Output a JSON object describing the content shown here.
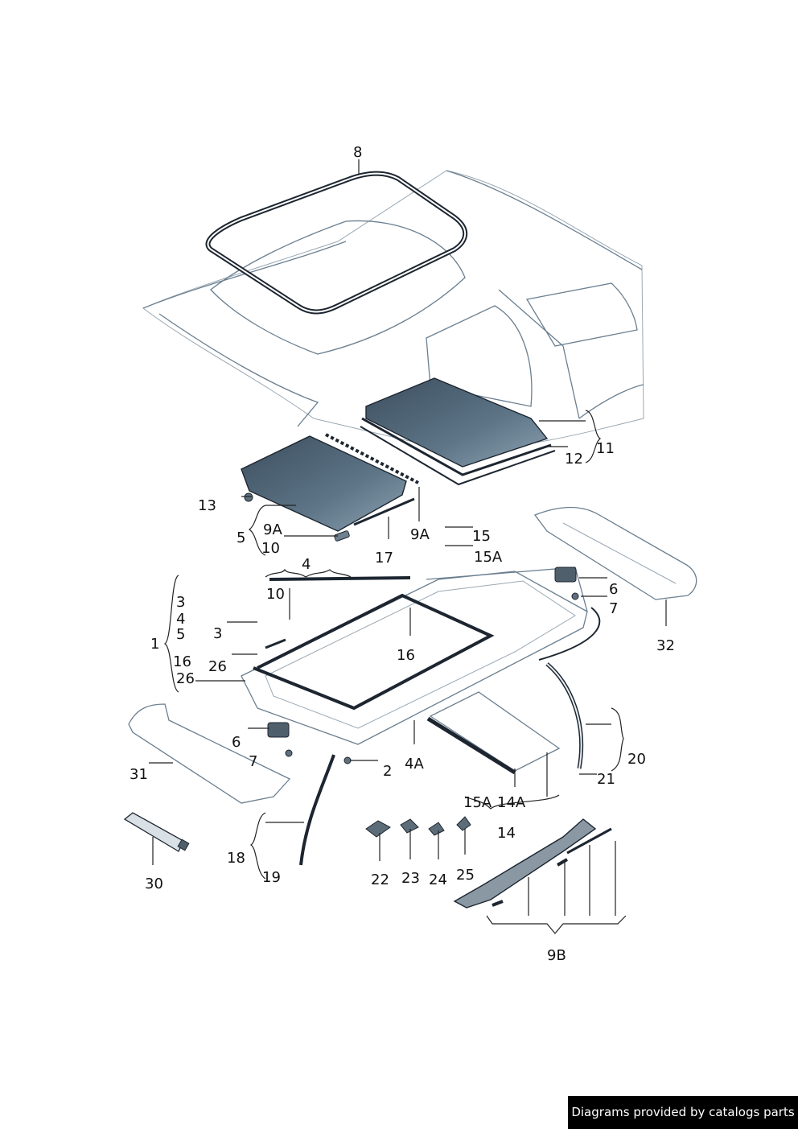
{
  "callouts": {
    "c8": "8",
    "c11": "11",
    "c12": "12",
    "c13": "13",
    "c9a_top": "9A",
    "c9a_right": "9A",
    "c5_top": "5",
    "c10_top": "10",
    "c17": "17",
    "c15": "15",
    "c15a_top": "15A",
    "c4_top": "4",
    "c10_mid": "10",
    "c3_bracket": "3",
    "c4_bracket": "4",
    "c5_bracket": "5",
    "c1": "1",
    "c3_left": "3",
    "c16_bracket": "16",
    "c26_left": "26",
    "c26_bracket": "26",
    "c16_mid": "16",
    "c6_right": "6",
    "c7_right": "7",
    "c32": "32",
    "c6_left": "6",
    "c7_left": "7",
    "c31": "31",
    "c2": "2",
    "c4a": "4A",
    "c20": "20",
    "c21": "21",
    "c15a_bottom": "15A",
    "c14a": "14A",
    "c14": "14",
    "c18": "18",
    "c19": "19",
    "c30": "30",
    "c22": "22",
    "c23": "23",
    "c24": "24",
    "c25": "25",
    "c9b": "9B"
  },
  "icons": [
    "car-roof",
    "roof-seal",
    "rear-glass-panel",
    "front-glass-panel",
    "sunroof-frame",
    "drain-hose",
    "sunshade",
    "guide-rail",
    "adhesive-tube",
    "motor",
    "bolt",
    "bracket"
  ],
  "colors": {
    "glass": "#4a6072",
    "glass_light": "#8fa3b2",
    "line": "#6b7f90",
    "seal": "#1d2630",
    "credit_bg": "#000000",
    "credit_text": "#ffffff"
  },
  "footer": {
    "credit": "Diagrams provided by catalogs parts"
  }
}
